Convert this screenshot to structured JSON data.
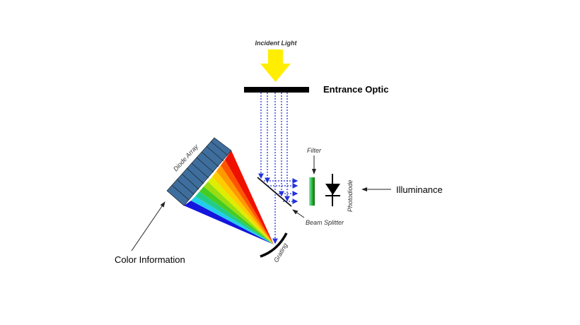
{
  "labels": {
    "incident_light": "Incident Light",
    "entrance_optic": "Entrance Optic",
    "filter": "Filter",
    "photodiode": "Photodiode",
    "illuminance": "Illuminance",
    "beam_splitter": "Beam Splitter",
    "grating": "Grating",
    "diode_array": "Diode Array",
    "color_information": "Color Information"
  },
  "colors": {
    "arrow_yellow": "#ffee00",
    "light_path": "#2233dd",
    "diode_array": "#3d6e9e"
  }
}
